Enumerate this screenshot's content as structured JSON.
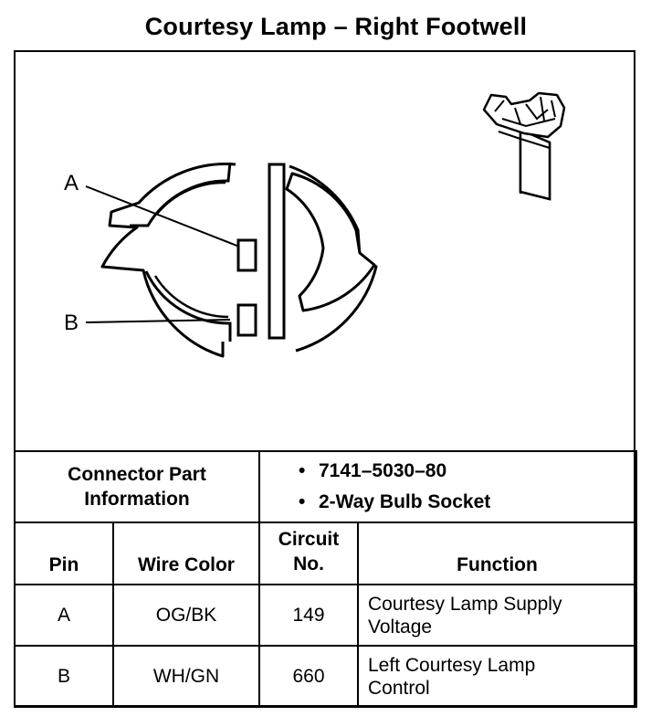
{
  "title": "Courtesy Lamp – Right Footwell",
  "pin_labels": {
    "a": "A",
    "b": "B"
  },
  "connector_info": {
    "label_line1": "Connector Part",
    "label_line2": "Information",
    "items": [
      "7141–5030–80",
      "2-Way Bulb Socket"
    ]
  },
  "table": {
    "headers": {
      "pin": "Pin",
      "wire_color": "Wire Color",
      "circuit_line1": "Circuit",
      "circuit_line2": "No.",
      "function": "Function"
    },
    "rows": [
      {
        "pin": "A",
        "wire_color": "OG/BK",
        "circuit": "149",
        "function_line1": "Courtesy Lamp Supply",
        "function_line2": "Voltage"
      },
      {
        "pin": "B",
        "wire_color": "WH/GN",
        "circuit": "660",
        "function_line1": "Left Courtesy Lamp",
        "function_line2": "Control"
      }
    ]
  }
}
